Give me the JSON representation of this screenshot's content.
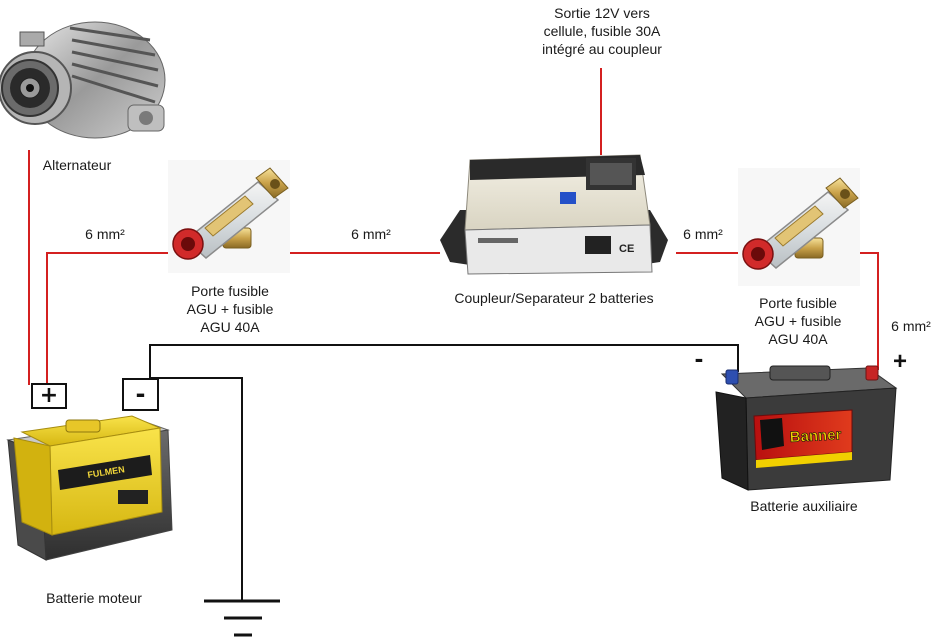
{
  "labels": {
    "alternator": "Alternateur",
    "wire_left": "6 mm²",
    "wire_mid": "6 mm²",
    "wire_right": "6 mm²",
    "wire_far_right": "6 mm²",
    "fuse_left": "Porte fusible\nAGU + fusible\nAGU 40A",
    "fuse_right": "Porte fusible\nAGU + fusible\nAGU 40A",
    "coupler": "Coupleur/Separateur 2 batteries",
    "output": "Sortie 12V vers\ncellule, fusible 30A\nintégré au coupleur",
    "engine_battery": "Batterie moteur",
    "aux_battery": "Batterie auxiliaire"
  },
  "terminals": {
    "engine_plus": "+",
    "engine_minus": "-",
    "aux_minus": "-",
    "aux_plus": "+"
  },
  "device_text": {
    "engine_brand": "FULMEN",
    "aux_brand": "Banner",
    "coupler_ce": "CE"
  },
  "colors": {
    "positive_wire": "#d42020",
    "negative_wire": "#111111"
  },
  "icons": {
    "alternator": "alternator-icon",
    "fuse": "fuse-holder-icon",
    "coupler": "battery-coupler-icon",
    "battery": "car-battery-icon",
    "ground": "ground-symbol-icon"
  }
}
